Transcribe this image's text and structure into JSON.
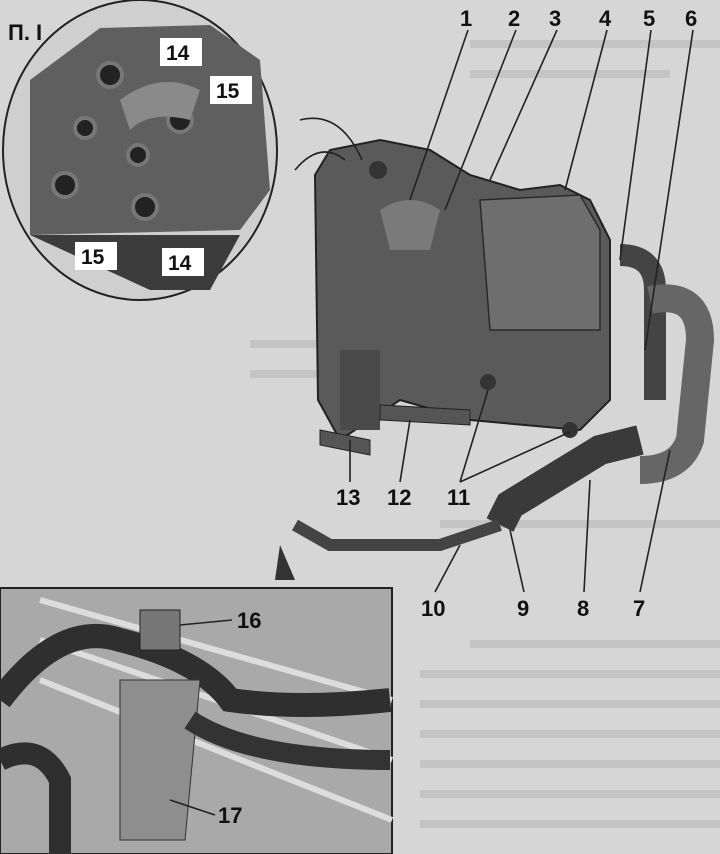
{
  "figure_label": "П. I",
  "inset": {
    "callouts": [
      "14",
      "15",
      "15",
      "14"
    ]
  },
  "main": {
    "top_callouts": [
      "1",
      "2",
      "3",
      "4",
      "5",
      "6"
    ],
    "bottom_callouts": [
      "13",
      "12",
      "11",
      "10",
      "9",
      "8",
      "7"
    ]
  },
  "lower_photo": {
    "callouts": [
      "16",
      "17"
    ]
  }
}
